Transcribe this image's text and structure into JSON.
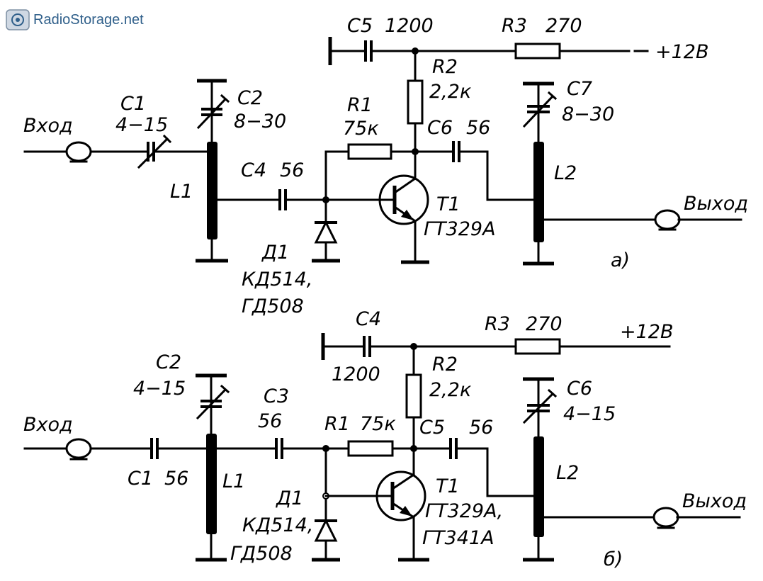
{
  "watermark": {
    "text": "RadioStorage.net",
    "icon": "radio-storage-logo-icon",
    "color": "#2f5f8a"
  },
  "colors": {
    "ink": "#000000",
    "paper": "#ffffff"
  },
  "circuit_a": {
    "caption": "а)",
    "input_label": "Вход",
    "output_label": "Выход",
    "supply_label": "+12В",
    "C1": {
      "name": "C1",
      "value": "4−15"
    },
    "C2": {
      "name": "C2",
      "value": "8−30"
    },
    "C4": {
      "name": "C4",
      "value": "56"
    },
    "C5": {
      "name": "C5",
      "value": "1200"
    },
    "C6": {
      "name": "C6",
      "value": "56"
    },
    "C7": {
      "name": "C7",
      "value": "8−30"
    },
    "R1": {
      "name": "R1",
      "value": "75к"
    },
    "R2": {
      "name": "R2",
      "value": "2,2к"
    },
    "R3": {
      "name": "R3",
      "value": "270"
    },
    "L1": "L1",
    "L2": "L2",
    "D1": {
      "name": "Д1",
      "part1": "КД514,",
      "part2": "ГД508"
    },
    "T1": {
      "name": "T1",
      "part": "ГТ329А"
    }
  },
  "circuit_b": {
    "caption": "б)",
    "input_label": "Вход",
    "output_label": "Выход",
    "supply_label": "+12В",
    "C1": {
      "name": "C1",
      "value": "56"
    },
    "C2": {
      "name": "C2",
      "value": "4−15"
    },
    "C3": {
      "name": "C3",
      "value": "56"
    },
    "C4": {
      "name": "C4",
      "value": "1200"
    },
    "C5": {
      "name": "C5",
      "value": "56"
    },
    "C6": {
      "name": "C6",
      "value": "4−15"
    },
    "R1": {
      "name": "R1",
      "value": "75к"
    },
    "R2": {
      "name": "R2",
      "value": "2,2к"
    },
    "R3": {
      "name": "R3",
      "value": "270"
    },
    "L1": "L1",
    "L2": "L2",
    "D1": {
      "name": "Д1",
      "part1": "КД514,",
      "part2": "ГД508"
    },
    "T1": {
      "name": "T1",
      "part1": "ГТ329А,",
      "part2": "ГТ341А"
    }
  }
}
